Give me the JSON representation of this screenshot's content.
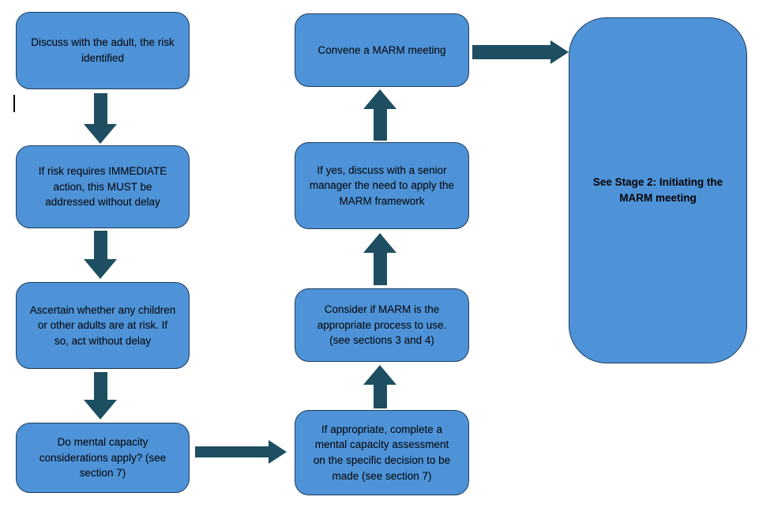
{
  "colors": {
    "node_fill": "#4e93d8",
    "node_border": "#1e3c5c",
    "arrow_fill": "#1e4e61",
    "text_color": "#000000",
    "canvas_bg": "#ffffff"
  },
  "flowchart": {
    "left_column": [
      {
        "text": "Discuss with the adult, the risk identified"
      },
      {
        "text": "If risk requires IMMEDIATE action, this MUST be addressed without delay"
      },
      {
        "text": "Ascertain whether any children or other adults are at risk. If so, act without delay"
      },
      {
        "text": "Do mental capacity considerations apply? (see section 7)"
      }
    ],
    "middle_column": [
      {
        "text": "Convene a MARM meeting"
      },
      {
        "text": "If yes, discuss with a senior manager the need to apply the MARM framework"
      },
      {
        "text": "Consider if MARM is the appropriate process to use. (see sections 3 and 4)"
      },
      {
        "text": "If appropriate, complete a mental capacity assessment on the specific decision to be made (see section 7)"
      }
    ],
    "stage2_box": {
      "text": "See Stage 2: Initiating the MARM meeting"
    }
  }
}
